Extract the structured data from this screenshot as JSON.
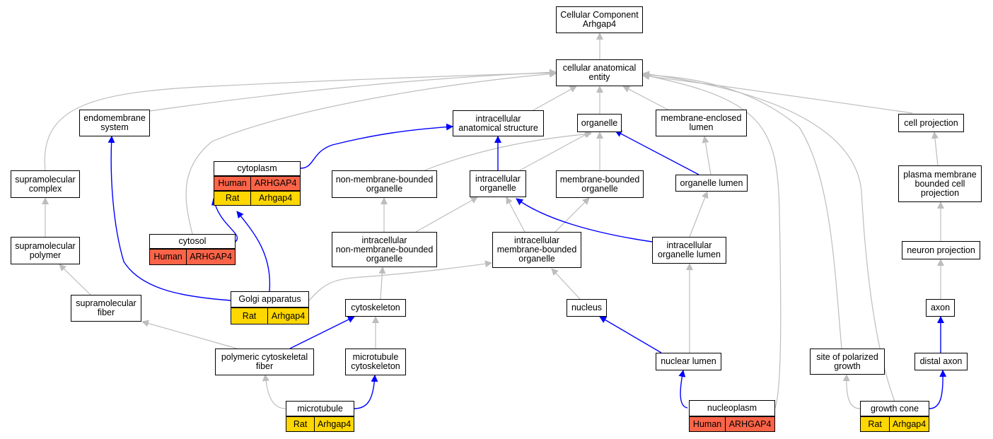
{
  "colors": {
    "is_a_edge": "#bdbdbd",
    "part_of_edge": "#0000ff",
    "human_annotation": "#fb6448",
    "rat_annotation": "#ffd700"
  },
  "nodes": {
    "root": "Cellular Component\nArhgap4",
    "cellular_anatomical_entity": "cellular anatomical\nentity",
    "endomembrane_system": "endomembrane\nsystem",
    "intracellular_anatomical_structure": "intracellular\nanatomical structure",
    "organelle": "organelle",
    "membrane_enclosed_lumen": "membrane-enclosed\nlumen",
    "cell_projection": "cell projection",
    "supramolecular_complex": "supramolecular\ncomplex",
    "cytoplasm": "cytoplasm",
    "non_membrane_bounded_organelle": "non-membrane-bounded\norganelle",
    "intracellular_organelle": "intracellular\norganelle",
    "membrane_bounded_organelle": "membrane-bounded\norganelle",
    "organelle_lumen": "organelle lumen",
    "plasma_membrane_bounded_cell_projection": "plasma membrane\nbounded cell\nprojection",
    "supramolecular_polymer": "supramolecular\npolymer",
    "cytosol": "cytosol",
    "intracellular_nmb_organelle": "intracellular\nnon-membrane-bounded\norganelle",
    "intracellular_mb_organelle": "intracellular\nmembrane-bounded\norganelle",
    "intracellular_organelle_lumen": "intracellular\norganelle lumen",
    "neuron_projection": "neuron projection",
    "supramolecular_fiber": "supramolecular\nfiber",
    "golgi_apparatus": "Golgi apparatus",
    "cytoskeleton": "cytoskeleton",
    "nucleus": "nucleus",
    "axon": "axon",
    "polymeric_cytoskeletal_fiber": "polymeric cytoskeletal\nfiber",
    "microtubule_cytoskeleton": "microtubule\ncytoskeleton",
    "nuclear_lumen": "nuclear lumen",
    "site_of_polarized_growth": "site of polarized\ngrowth",
    "distal_axon": "distal axon",
    "microtubule": "microtubule",
    "nucleoplasm": "nucleoplasm",
    "growth_cone": "growth cone"
  },
  "annotations": {
    "cytoplasm_human": {
      "species": "Human",
      "gene": "ARHGAP4"
    },
    "cytoplasm_rat": {
      "species": "Rat",
      "gene": "Arhgap4"
    },
    "cytosol_human": {
      "species": "Human",
      "gene": "ARHGAP4"
    },
    "golgi_rat": {
      "species": "Rat",
      "gene": "Arhgap4"
    },
    "microtubule_rat": {
      "species": "Rat",
      "gene": "Arhgap4"
    },
    "nucleoplasm_human": {
      "species": "Human",
      "gene": "ARHGAP4"
    },
    "growth_cone_rat": {
      "species": "Rat",
      "gene": "Arhgap4"
    }
  }
}
